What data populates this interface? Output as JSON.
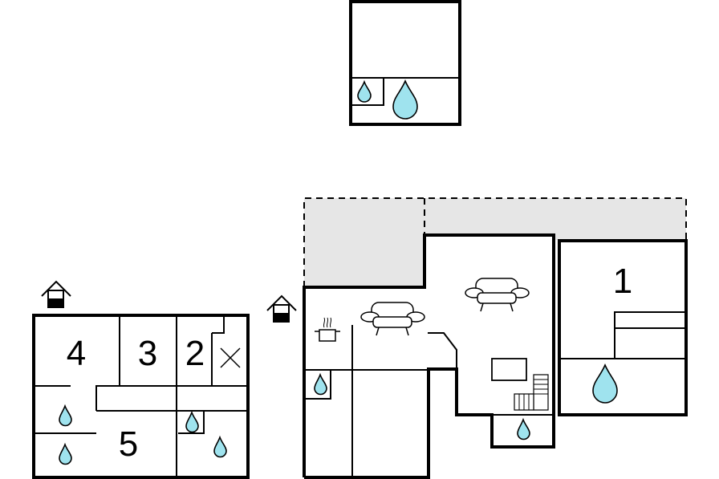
{
  "colors": {
    "wall": "#000000",
    "terrace": "#e6e6e6",
    "water": "#9fe3ee",
    "background": "#ffffff"
  },
  "rooms": {
    "r1": "1",
    "r2": "2",
    "r3": "3",
    "r4": "4",
    "r5": "5"
  },
  "icons": {
    "entrance": "house-entrance-icon",
    "water": "water-drop-icon",
    "sofa": "sofa-icon",
    "stove": "cooking-pot-icon",
    "stairs": "staircase-icon",
    "table": "table-icon",
    "toilet": "toilet-x-icon"
  }
}
